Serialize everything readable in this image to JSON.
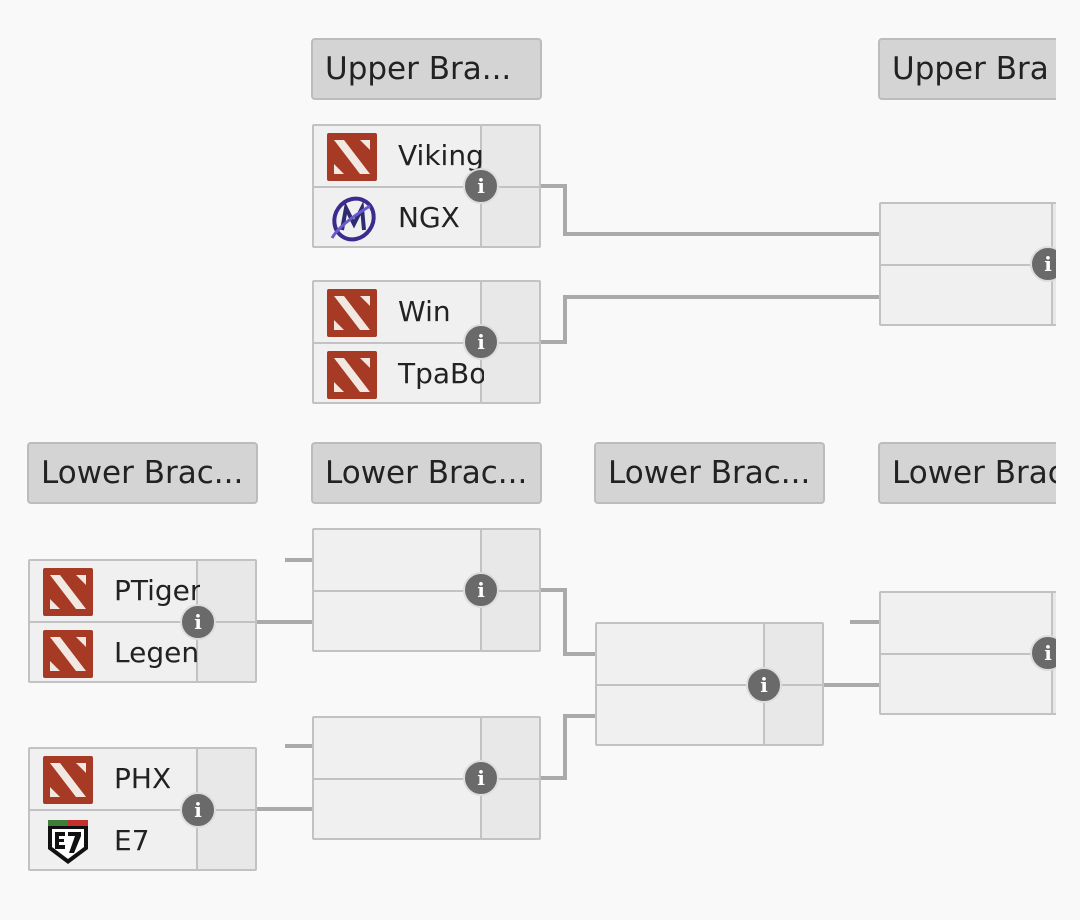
{
  "colors": {
    "header_bg": "#d4d4d4",
    "connector": "#aaaaaa",
    "info_icon": "#6a6a6a"
  },
  "headers": {
    "upper_r1": "Upper Bra...",
    "upper_r2": "Upper Bra",
    "lower_r1": "Lower Brac...",
    "lower_r2": "Lower Brac...",
    "lower_r3": "Lower Brac...",
    "lower_r4": "Lower Brac"
  },
  "teams": {
    "vikings": "Vikings",
    "ngx": "NGX",
    "win": "Win",
    "tpabo": "TpaBo",
    "ptiger": "PTiger",
    "legend": "Legend",
    "phx": "PHX",
    "e7": "E7"
  },
  "info_glyph": "i",
  "icons": {
    "dota": "dota2-logo-icon",
    "ngx": "ngx-logo-icon",
    "e7": "e7-logo-icon",
    "info": "info-icon"
  }
}
